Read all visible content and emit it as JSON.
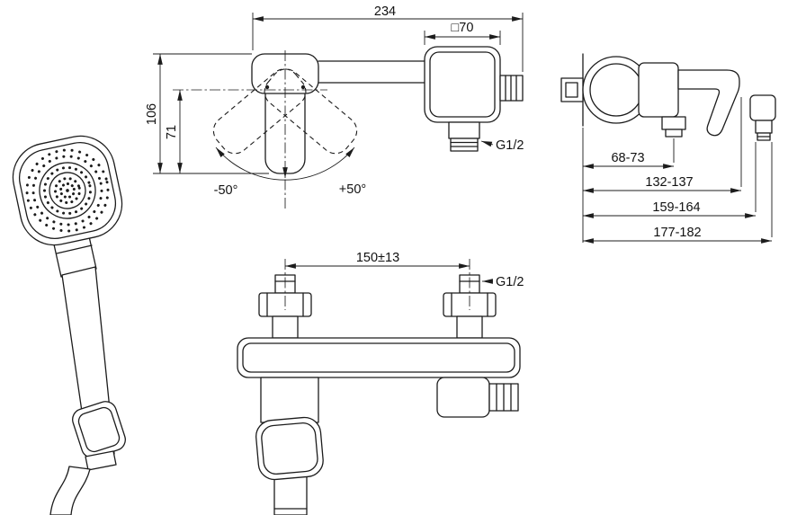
{
  "labels": {
    "width_total": "234",
    "square_face": "□70",
    "height_total": "106",
    "height_pivot": "71",
    "spout_thread": "G1/2",
    "angle_left": "-50°",
    "angle_right": "+50°",
    "depth_body": "68-73",
    "depth_lever": "132-137",
    "depth_spout_near": "159-164",
    "depth_spout_far": "177-182",
    "inlet_spacing": "150±13",
    "inlet_thread": "G1/2"
  }
}
